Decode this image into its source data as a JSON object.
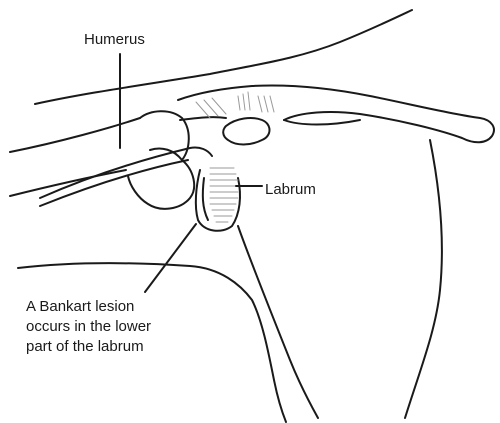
{
  "labels": {
    "humerus": "Humerus",
    "labrum": "Labrum",
    "bankart_lines": [
      "A Bankart lesion",
      "occurs in the lower",
      "part of the labrum"
    ]
  },
  "colors": {
    "ink": "#1a1a1a",
    "shading": "#9a9a9a",
    "background": "#ffffff"
  }
}
